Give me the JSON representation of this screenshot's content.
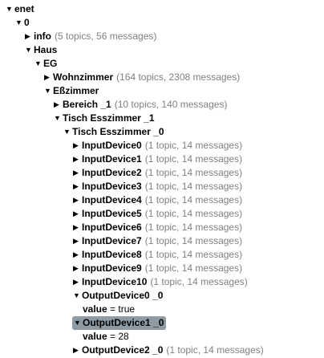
{
  "icons": {
    "expanded": "▼",
    "collapsed": "▶"
  },
  "tree": [
    {
      "name": "enet",
      "expanded": true,
      "children": [
        {
          "name": "0",
          "expanded": true,
          "children": [
            {
              "name": "info",
              "expanded": false,
              "summary": "(5 topics, 56 messages)"
            },
            {
              "name": "Haus",
              "expanded": true,
              "children": [
                {
                  "name": "EG",
                  "expanded": true,
                  "children": [
                    {
                      "name": "Wohnzimmer",
                      "expanded": false,
                      "summary": "(164 topics, 2308 messages)"
                    },
                    {
                      "name": "Eßzimmer",
                      "expanded": true,
                      "children": [
                        {
                          "name": "Bereich _1",
                          "expanded": false,
                          "summary": "(10 topics, 140 messages)"
                        },
                        {
                          "name": "Tisch Esszimmer _1",
                          "expanded": true,
                          "children": [
                            {
                              "name": "Tisch Esszimmer _0",
                              "expanded": true,
                              "children": [
                                {
                                  "name": "InputDevice0",
                                  "expanded": false,
                                  "summary": "(1 topic, 14 messages)"
                                },
                                {
                                  "name": "InputDevice1",
                                  "expanded": false,
                                  "summary": "(1 topic, 14 messages)"
                                },
                                {
                                  "name": "InputDevice2",
                                  "expanded": false,
                                  "summary": "(1 topic, 14 messages)"
                                },
                                {
                                  "name": "InputDevice3",
                                  "expanded": false,
                                  "summary": "(1 topic, 14 messages)"
                                },
                                {
                                  "name": "InputDevice4",
                                  "expanded": false,
                                  "summary": "(1 topic, 14 messages)"
                                },
                                {
                                  "name": "InputDevice5",
                                  "expanded": false,
                                  "summary": "(1 topic, 14 messages)"
                                },
                                {
                                  "name": "InputDevice6",
                                  "expanded": false,
                                  "summary": "(1 topic, 14 messages)"
                                },
                                {
                                  "name": "InputDevice7",
                                  "expanded": false,
                                  "summary": "(1 topic, 14 messages)"
                                },
                                {
                                  "name": "InputDevice8",
                                  "expanded": false,
                                  "summary": "(1 topic, 14 messages)"
                                },
                                {
                                  "name": "InputDevice9",
                                  "expanded": false,
                                  "summary": "(1 topic, 14 messages)"
                                },
                                {
                                  "name": "InputDevice10",
                                  "expanded": false,
                                  "summary": "(1 topic, 14 messages)"
                                },
                                {
                                  "name": "OutputDevice0 _0",
                                  "expanded": true,
                                  "value": "true"
                                },
                                {
                                  "name": "OutputDevice1 _0",
                                  "expanded": true,
                                  "selected": true,
                                  "value": "28"
                                },
                                {
                                  "name": "OutputDevice2 _0",
                                  "expanded": false,
                                  "summary": "(1 topic, 14 messages)"
                                }
                              ]
                            }
                          ]
                        }
                      ]
                    }
                  ]
                }
              ]
            }
          ]
        }
      ]
    }
  ],
  "value_label": "value",
  "value_separator": " = "
}
